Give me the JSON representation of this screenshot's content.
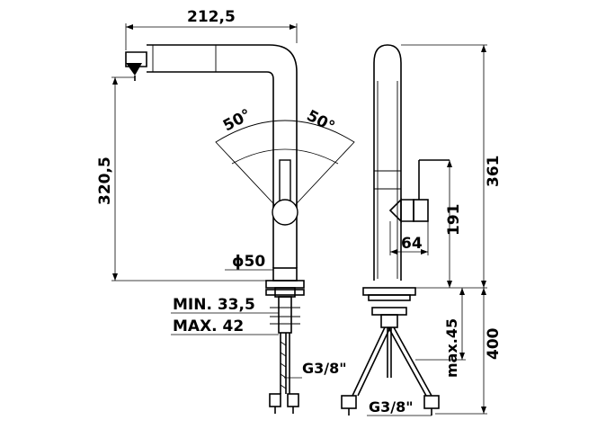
{
  "dimensions": {
    "spout_reach": "212,5",
    "spout_height": "320,5",
    "swivel_left": "50°",
    "swivel_right": "50°",
    "body_diameter": "ϕ50",
    "deck_min": "MIN. 33,5",
    "deck_max": "MAX. 42",
    "connection_front": "G3/8\"",
    "overall_height": "361",
    "lever_height": "191",
    "lever_projection": "64",
    "hose_length": "400",
    "hose_max": "max.45",
    "connection_side": "G3/8\""
  }
}
